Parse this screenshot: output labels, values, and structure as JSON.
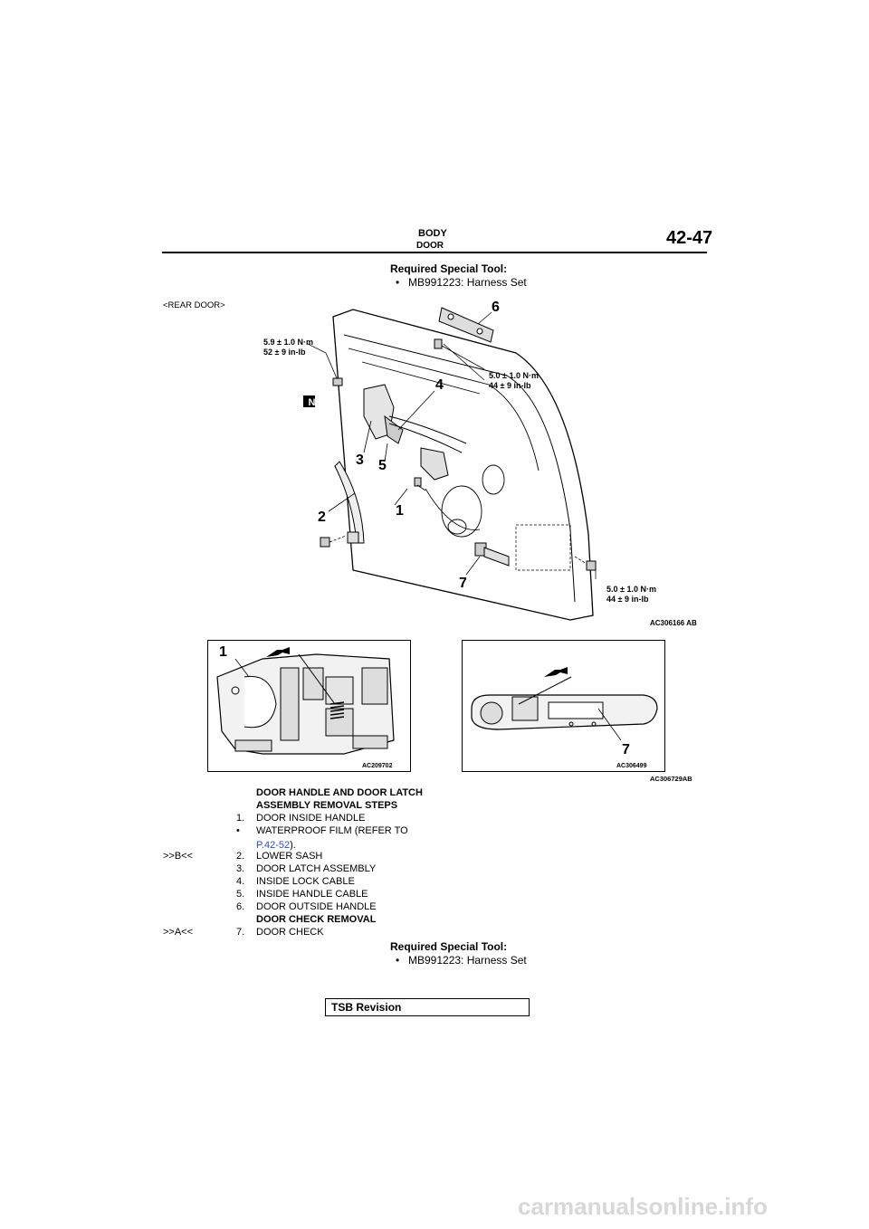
{
  "header": {
    "section": "BODY",
    "subsection": "DOOR",
    "page_number": "42-47"
  },
  "required_tool_top": {
    "title": "Required Special Tool:",
    "bullet": "•",
    "item": "MB991223: Harness Set"
  },
  "figure": {
    "caption": "<REAR DOOR>",
    "torque_upper_left": [
      "5.9 ± 1.0 N·m",
      "52 ± 9 in-lb"
    ],
    "torque_upper_right": [
      "5.0 ± 1.0 N·m",
      "44 ± 9 in-lb"
    ],
    "torque_lower_right": [
      "5.0 ± 1.0 N·m",
      "44 ± 9 in-lb"
    ],
    "n_mark": "N",
    "callouts": [
      "1",
      "2",
      "3",
      "4",
      "5",
      "6",
      "7"
    ],
    "code": "AC306166 AB"
  },
  "photos": {
    "left_callout": "1",
    "left_code": "AC209702",
    "right_callout": "7",
    "right_code": "AC306499",
    "outer_code": "AC306729AB"
  },
  "procedure": {
    "heading1": "DOOR HANDLE AND DOOR LATCH",
    "heading2": "ASSEMBLY REMOVAL STEPS",
    "steps": [
      {
        "prefix": "",
        "num": "1.",
        "text": "DOOR INSIDE HANDLE"
      },
      {
        "prefix": "",
        "num": "•",
        "text": "WATERPROOF FILM (REFER TO"
      },
      {
        "prefix": "",
        "num": "",
        "text": "P.42-52",
        "link": true,
        "after": ")."
      },
      {
        "prefix": ">>B<<",
        "num": "2.",
        "text": "LOWER SASH"
      },
      {
        "prefix": "",
        "num": "3.",
        "text": "DOOR LATCH ASSEMBLY"
      },
      {
        "prefix": "",
        "num": "4.",
        "text": "INSIDE LOCK CABLE"
      },
      {
        "prefix": "",
        "num": "5.",
        "text": "INSIDE HANDLE CABLE"
      },
      {
        "prefix": "",
        "num": "6.",
        "text": "DOOR OUTSIDE HANDLE"
      }
    ],
    "heading3": "DOOR CHECK REMOVAL",
    "last_step": {
      "prefix": ">>A<<",
      "num": "7.",
      "text": "DOOR CHECK"
    }
  },
  "required_tool_bottom": {
    "title": "Required Special Tool:",
    "bullet": "•",
    "item": "MB991223: Harness Set"
  },
  "footer": {
    "tsb": "TSB Revision",
    "watermark": "carmanualsonline.info"
  }
}
